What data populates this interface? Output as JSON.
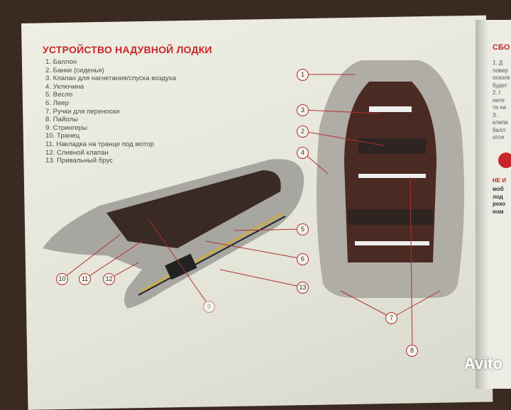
{
  "left_page": {
    "title": "УСТРОЙСТВО НАДУВНОЙ ЛОДКИ",
    "parts": [
      "1. Баллон",
      "2. Банки (сиденья)",
      "3. Клапан для нагнетания/спуска воздуха",
      "4. Уключина",
      "5. Весло",
      "6. Леер",
      "7. Ручки для переноски",
      "8. Пайолы",
      "9. Стрингеры",
      "10. Транец",
      "11. Накладка на транце под мотор",
      "12. Сливной клапан",
      "13. Привальный брус"
    ],
    "callouts": [
      "1",
      "3",
      "2",
      "4",
      "5",
      "6",
      "13",
      "10",
      "11",
      "12",
      "9",
      "8",
      "7"
    ]
  },
  "right_page": {
    "title": "СБО",
    "lines": [
      "1. Д",
      "повер",
      "осколк",
      "будет",
      "2. I",
      "ните",
      "те на",
      "3.",
      "клапа",
      "балл",
      "отсе"
    ],
    "warning_title": "НЕ И",
    "warning_lines": [
      "моб",
      "лод",
      "реко",
      "ном"
    ]
  },
  "watermark": "Avito",
  "colors": {
    "accent": "#c8262a",
    "boat": "#a8a49c",
    "floor": "#4a2a22"
  }
}
